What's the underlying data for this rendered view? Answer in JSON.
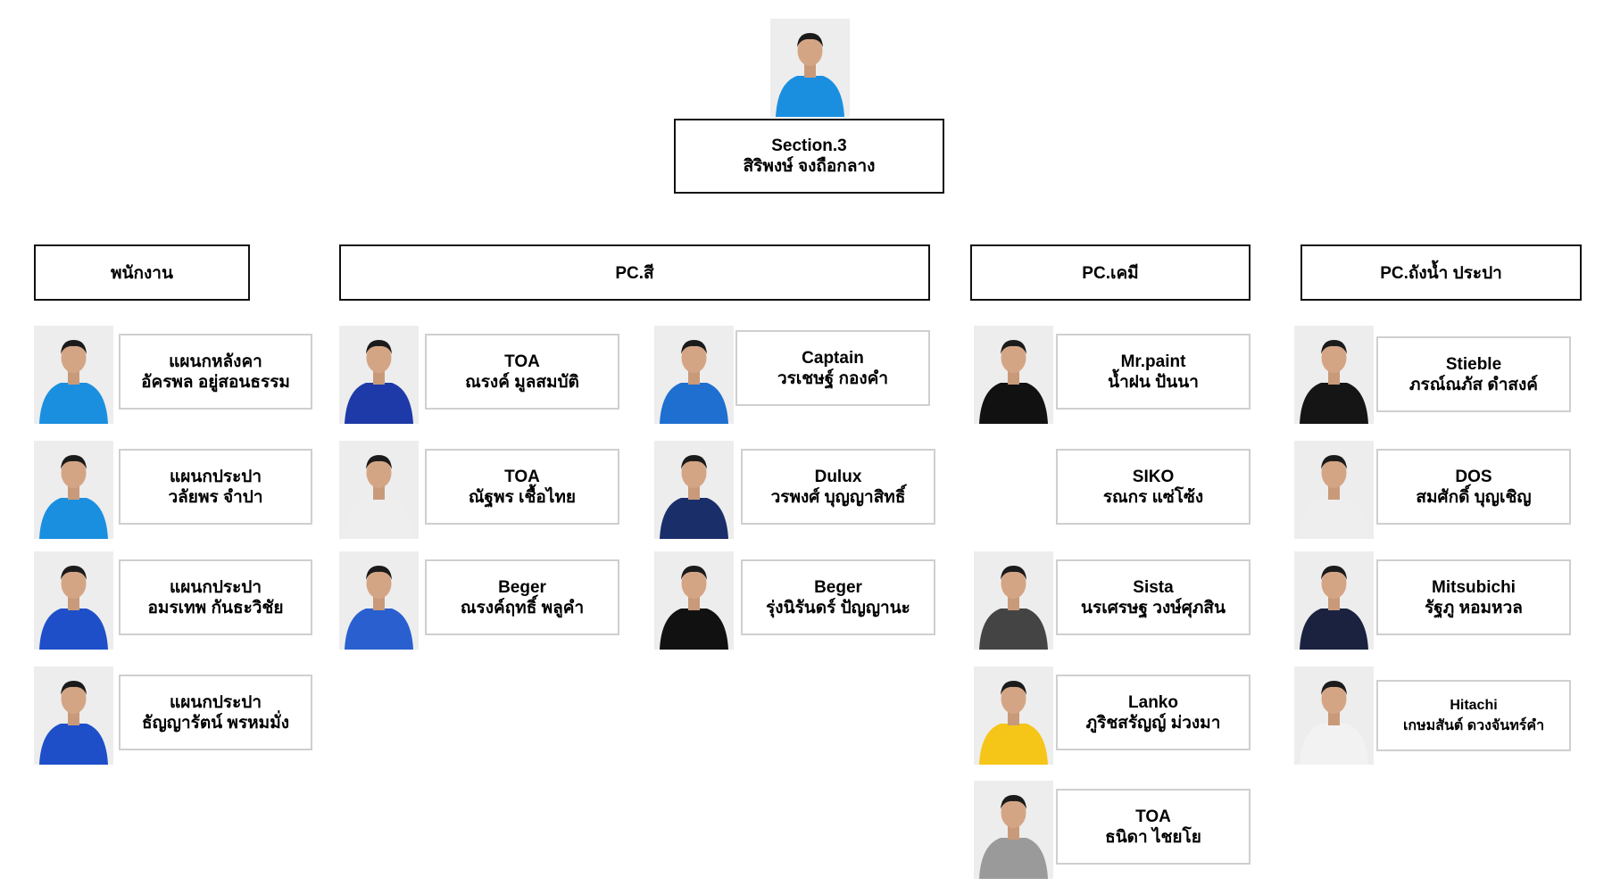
{
  "top": {
    "title": "Section.3",
    "name": "สิริพงษ์ จงถือกลาง",
    "shirt": "#1a8fe0"
  },
  "groups": [
    {
      "label": "พนักงาน"
    },
    {
      "label": "PC.สี"
    },
    {
      "label": "PC.เคมี"
    },
    {
      "label": "PC.ถังน้ำ ประปา"
    }
  ],
  "columns": [
    [
      {
        "title": "แผนกหลังคา",
        "name": "อัครพล อยู่สอนธรรม",
        "shirt": "#1a8fe0"
      },
      {
        "title": "แผนกประปา",
        "name": "วลัยพร จำปา",
        "shirt": "#1a8fe0"
      },
      {
        "title": "แผนกประปา",
        "name": "อมรเทพ กันธะวิชัย",
        "shirt": "#1e4fc8"
      },
      {
        "title": "แผนกประปา",
        "name": "ธัญญารัตน์ พรหมมั่ง",
        "shirt": "#1e4fc8"
      }
    ],
    [
      {
        "title": "TOA",
        "name": "ณรงค์ มูลสมบัติ",
        "shirt": "#1e3aa8"
      },
      {
        "title": "TOA",
        "name": "ณัฐพร เชื้อไทย",
        "shirt": "#eeeeee"
      },
      {
        "title": "Beger",
        "name": "ณรงค์ฤทธิ์ พลูคำ",
        "shirt": "#2a5fd0"
      }
    ],
    [
      {
        "title": "Captain",
        "name": "วรเชษฐ์ กองคำ",
        "shirt": "#1e6fd0"
      },
      {
        "title": "Dulux",
        "name": "วรพงศ์ บุญญาสิทธิ์",
        "shirt": "#1a2f6a"
      },
      {
        "title": "Beger",
        "name": "รุ่งนิรันดร์ ปัญญานะ",
        "shirt": "#111111"
      }
    ],
    [
      {
        "title": "Mr.paint",
        "name": "น้ำฝน ปันนา",
        "shirt": "#111111"
      },
      {
        "title": "SIKO",
        "name": "รณกร แซ่โซ้ง",
        "shirt": ""
      },
      {
        "title": "Sista",
        "name": "นรเศรษฐ วงษ์ศุภสิน",
        "shirt": "#444444"
      },
      {
        "title": "Lanko",
        "name": "ภูริชสรัญญ์ ม่วงมา",
        "shirt": "#f5c518"
      },
      {
        "title": "TOA",
        "name": "ธนิดา ไชยโย",
        "shirt": "#9a9a9a"
      }
    ],
    [
      {
        "title": "Stieble",
        "name": "ภรณ์ณภัส ดำสงค์",
        "shirt": "#151515"
      },
      {
        "title": "DOS",
        "name": "สมศักดิ์ บุญเชิญ",
        "shirt": "#eeeeee"
      },
      {
        "title": "Mitsubichi",
        "name": "รัฐภู หอมหวล",
        "shirt": "#1a2240"
      },
      {
        "title": "Hitachi",
        "name": "เกษมสันต์ ดวงจันทร์คำ",
        "shirt": "#f2f2f2"
      }
    ]
  ]
}
